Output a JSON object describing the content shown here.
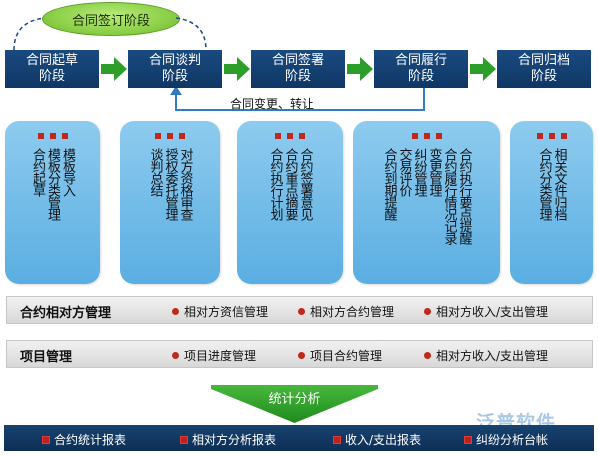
{
  "sign_stage": "合同签订阶段",
  "stages": [
    {
      "line1": "合同起草",
      "line2": "阶段"
    },
    {
      "line1": "合同谈判",
      "line2": "阶段"
    },
    {
      "line1": "合同签署",
      "line2": "阶段"
    },
    {
      "line1": "合同履行",
      "line2": "阶段"
    },
    {
      "line1": "合同归档",
      "line2": "阶段"
    }
  ],
  "change_label": "合同变更、转让",
  "panels": [
    {
      "items": [
        "合约起草",
        "模板分类管理",
        "模板导入"
      ]
    },
    {
      "items": [
        "谈判总结",
        "授权委托管理",
        "对方资格审查"
      ]
    },
    {
      "items": [
        "合约执行计划",
        "合约重点摘要",
        "合约签署意见"
      ]
    },
    {
      "items": [
        "合约到期提醒",
        "交易评价",
        "纠纷管理",
        "变更管理",
        "合约履行情况记录",
        "合约执行要点提醒"
      ]
    },
    {
      "items": [
        "合约分类管理",
        "相关文件归档"
      ]
    }
  ],
  "counterparty_bar": {
    "title": "合约相对方管理",
    "items": [
      "相对方资信管理",
      "相对方合约管理",
      "相对方收入/支出管理"
    ]
  },
  "project_bar": {
    "title": "项目管理",
    "items": [
      "项目进度管理",
      "项目合约管理",
      "相对方收入/支出管理"
    ]
  },
  "stats_label": "统计分析",
  "reports": [
    "合约统计报表",
    "相对方分析报表",
    "收入/支出报表",
    "纠纷分析台帐"
  ],
  "watermark": "泛普软件",
  "colors": {
    "stage": "#0f3765",
    "panel": "#6bb8e6",
    "arrow_green": "#2e9e2a",
    "bullet_red": "#c0281e"
  }
}
